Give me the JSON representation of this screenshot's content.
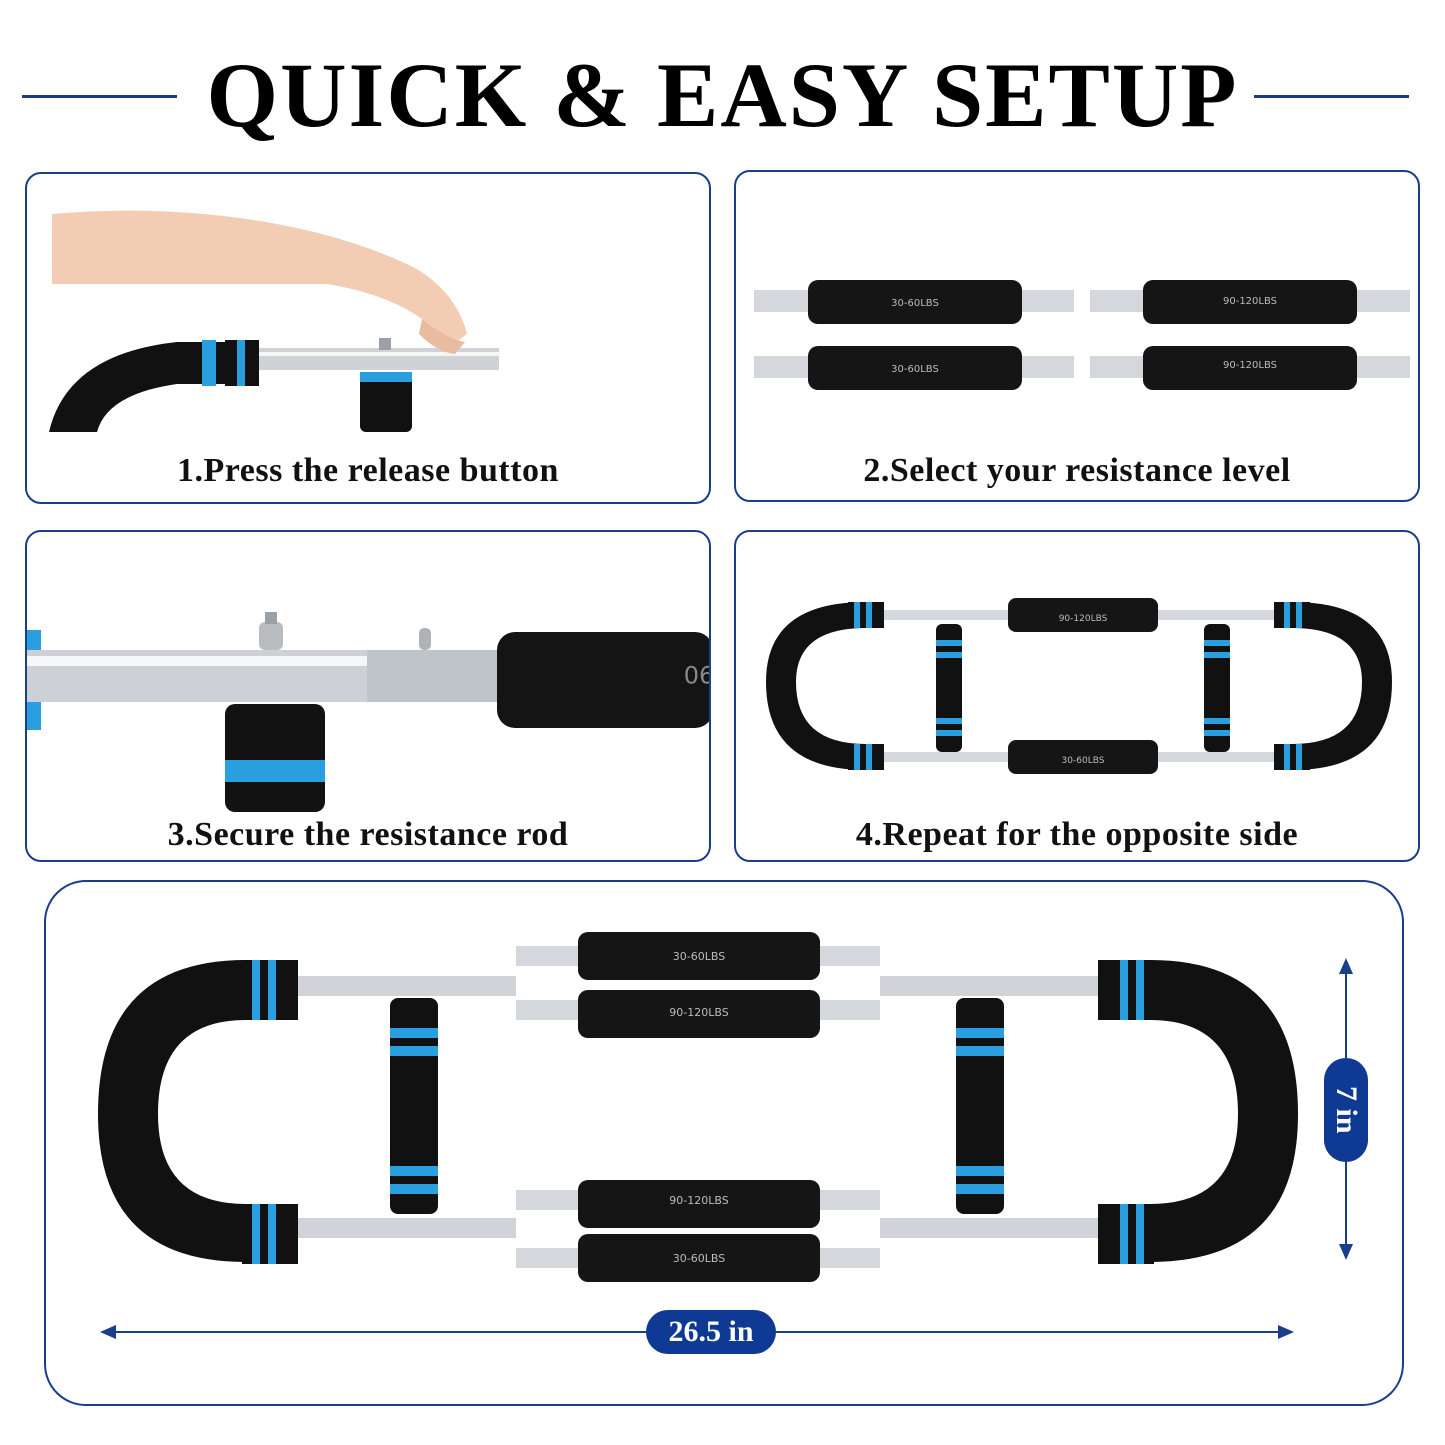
{
  "header": {
    "title": "QUICK & EASY SETUP"
  },
  "steps": [
    {
      "caption": "1.Press the release button"
    },
    {
      "caption": "2.Select your resistance level"
    },
    {
      "caption": "3.Secure the resistance rod"
    },
    {
      "caption": "4.Repeat for the opposite side"
    }
  ],
  "rod_labels": {
    "light": "30-60LBS",
    "heavy": "90-120LBS",
    "partial": "90"
  },
  "dimensions": {
    "height": "7 in",
    "width": "26.5 in"
  },
  "colors": {
    "accent": "#1a3e8c",
    "pill": "#0f3a93",
    "foam": "#111111",
    "ring": "#2a9fe0",
    "steel": "#cfd3d8"
  }
}
